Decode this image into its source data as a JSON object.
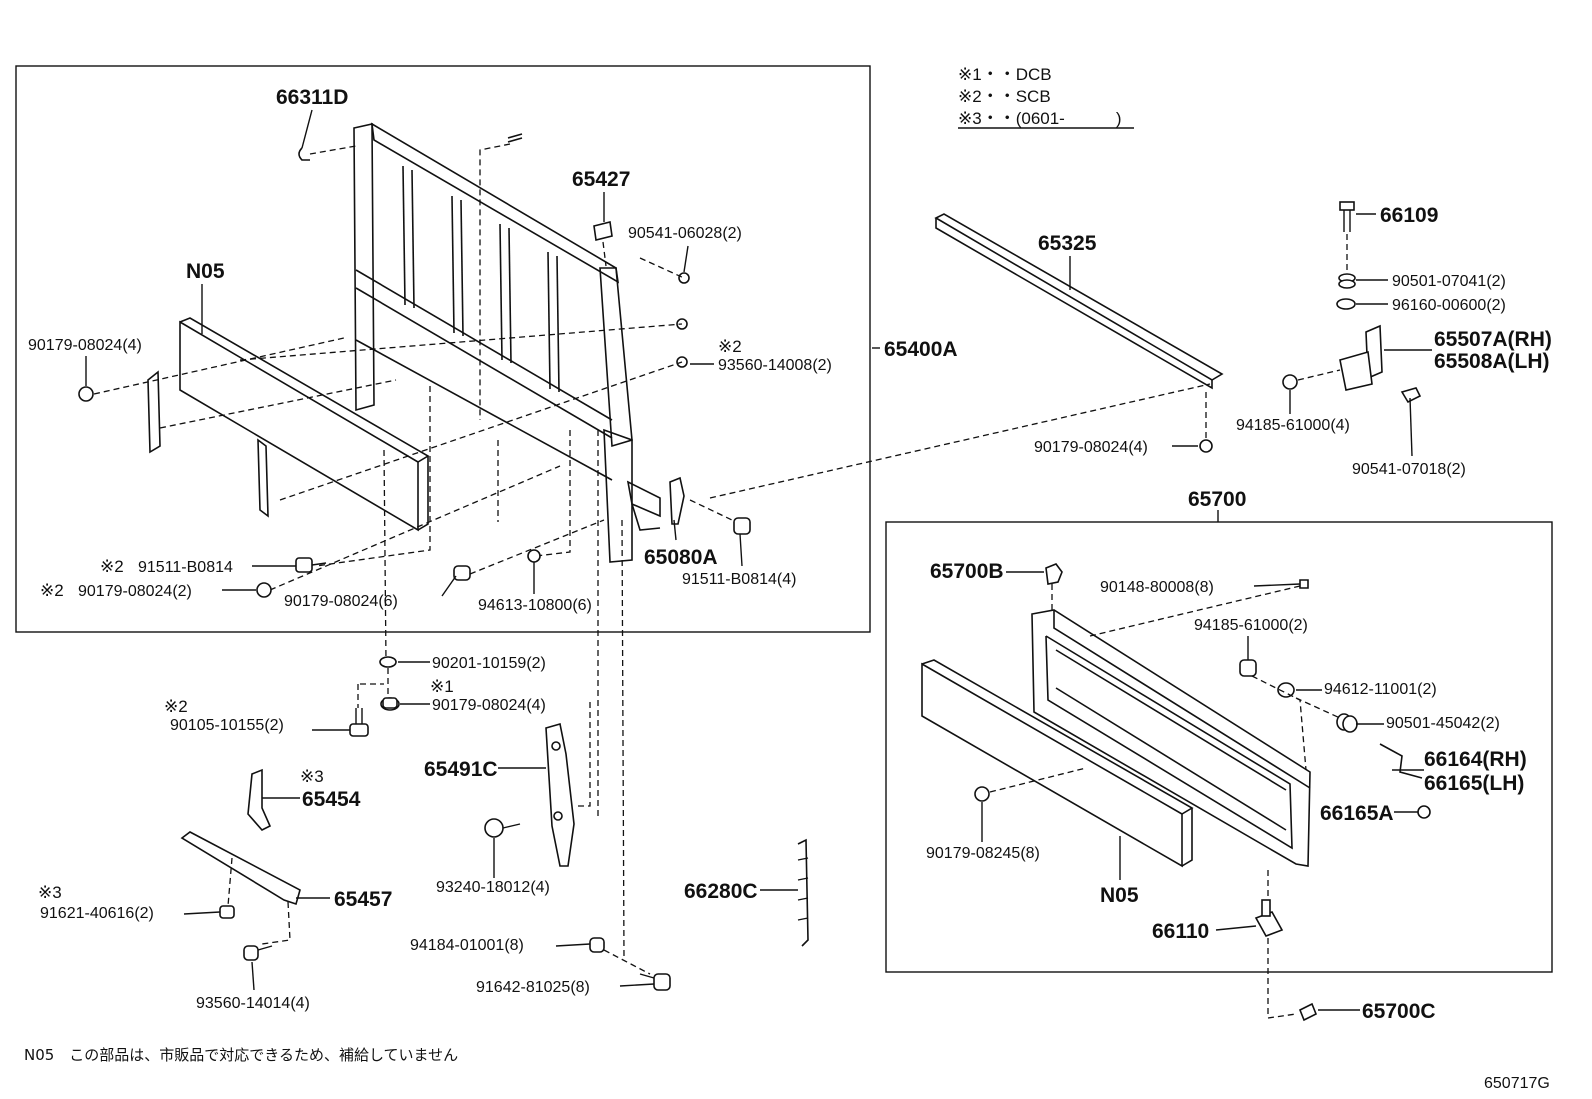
{
  "legend": {
    "line1": "※1・・DCB",
    "line2": "※2・・SCB",
    "line3": "※3・・(0601-　　　)"
  },
  "footnote": "N05　この部品は、市販品で対応できるため、補給していません",
  "diagram_code": "650717G",
  "marks": {
    "m2": "※2",
    "m1": "※1",
    "m3": "※3"
  },
  "labels": {
    "p66311D": "66311D",
    "p65427": "65427",
    "p90541_06028": "90541-06028(2)",
    "pN05_left": "N05",
    "p90179_08024_4a": "90179-08024(4)",
    "p65400A": "65400A",
    "p93560_14008": "93560-14008(2)",
    "p65080A": "65080A",
    "p91511_B0814_4": "91511-B0814(4)",
    "p91511_B0814": "91511-B0814",
    "p90179_08024_2": "90179-08024(2)",
    "p90179_08024_6": "90179-08024(6)",
    "p94613_10800": "94613-10800(6)",
    "p65325": "65325",
    "p90179_08024_4b": "90179-08024(4)",
    "p66109": "66109",
    "p90501_07041": "90501-07041(2)",
    "p96160_00600": "96160-00600(2)",
    "p65507A": "65507A(RH)",
    "p65508A": "65508A(LH)",
    "p94185_61000_4": "94185-61000(4)",
    "p90541_07018": "90541-07018(2)",
    "p65700": "65700",
    "p65700B": "65700B",
    "p90148_80008": "90148-80008(8)",
    "p94185_61000_2": "94185-61000(2)",
    "p94612_11001": "94612-11001(2)",
    "p90501_45042": "90501-45042(2)",
    "p66164": "66164(RH)",
    "p66165": "66165(LH)",
    "p66165A": "66165A",
    "p90179_08245": "90179-08245(8)",
    "pN05_right": "N05",
    "p66110": "66110",
    "p65700C": "65700C",
    "p90201_10159": "90201-10159(2)",
    "p90179_08024_4c": "90179-08024(4)",
    "p90105_10155": "90105-10155(2)",
    "p65491C": "65491C",
    "p65454": "65454",
    "p65457": "65457",
    "p91621_40616": "91621-40616(2)",
    "p93560_14014": "93560-14014(4)",
    "p93240_18012": "93240-18012(4)",
    "p66280C": "66280C",
    "p94184_01001": "94184-01001(8)",
    "p91642_81025": "91642-81025(8)"
  }
}
